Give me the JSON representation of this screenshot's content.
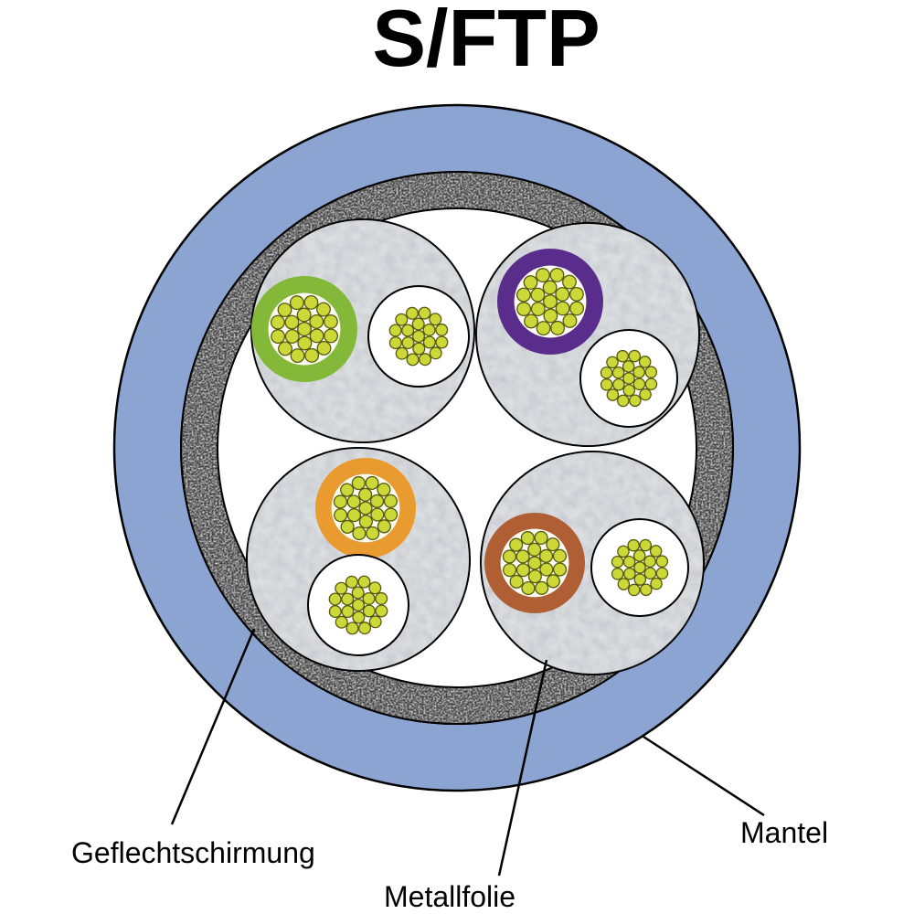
{
  "title": "S/FTP",
  "labels": {
    "braid": "Geflechtschirmung",
    "foil": "Metallfolie",
    "jacket": "Mantel"
  },
  "colors": {
    "jacket": "#8ba4d2",
    "braid_base": "#d4d4d4",
    "foil_base": "#dcdfe2",
    "pair_green": "#83b838",
    "pair_violet": "#5a2d8c",
    "pair_orange": "#e99b2f",
    "pair_brown": "#b05f35",
    "strand_yellow": "#ccd838",
    "strand_outline": "#55590f",
    "outline": "#000000",
    "background": "#ffffff"
  }
}
